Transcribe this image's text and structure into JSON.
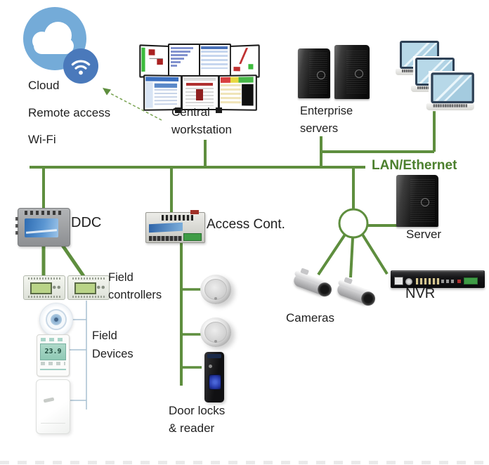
{
  "diagram": {
    "type": "building-automation-network-architecture",
    "lan_label": "LAN/Ethernet",
    "labels": {
      "cloud": "Cloud",
      "remote_access": "Remote access",
      "wifi": "Wi-Fi",
      "central_workstation": [
        "Central",
        "workstation"
      ],
      "enterprise_servers": [
        "Enterprise",
        "servers"
      ],
      "ddc": "DDC",
      "access_controller": "Access Cont.",
      "field_controllers": [
        "Field",
        "controllers"
      ],
      "field_devices": [
        "Field",
        "Devices"
      ],
      "door_locks": [
        "Door locks",
        "& reader"
      ],
      "server": "Server",
      "nvr": "NVR",
      "cameras": "Cameras"
    },
    "thermostat_display": "23.9",
    "icons": {
      "cloud": "cloud-icon",
      "wifi": "wifi-icon",
      "hub": "network-hub-circle",
      "monitors": "multi-monitor-wall",
      "tower_server": "tower-server-icon",
      "laptop": "laptop-icon",
      "camera": "bullet-camera-icon",
      "lock": "smart-door-lock-icon",
      "reader": "fingerprint-reader-icon"
    },
    "colors": {
      "line_green": "#5e8e3e",
      "lan_text_green": "#4b7f2d",
      "cloud_blue": "#74abd8",
      "wifi_badge_blue": "#4a79bb",
      "field_link_blue": "#a8c0d2",
      "text": "#1f1f1f"
    }
  }
}
